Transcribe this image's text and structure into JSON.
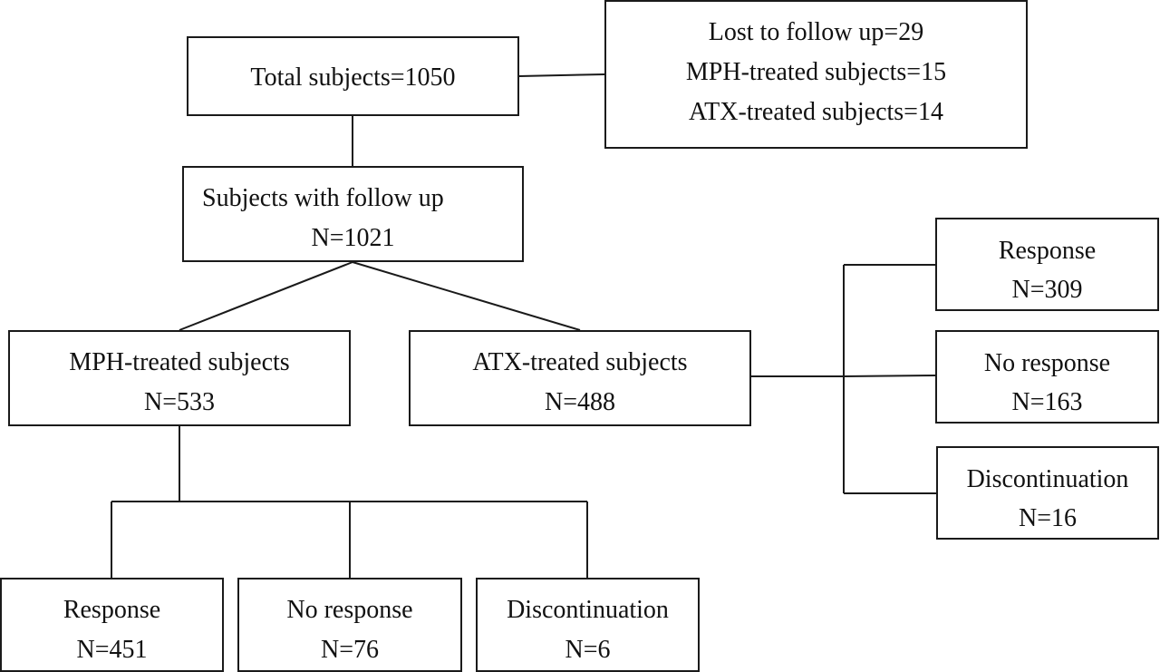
{
  "flowchart": {
    "total": {
      "label": "Total subjects=1050"
    },
    "lost": {
      "line1": "Lost to follow up=29",
      "line2": "MPH-treated subjects=15",
      "line3": "ATX-treated subjects=14"
    },
    "follow_up": {
      "title": "Subjects with follow up",
      "count": "N=1021"
    },
    "mph": {
      "title": "MPH-treated subjects",
      "count": "N=533",
      "outcomes": [
        {
          "label": "Response",
          "count": "N=451"
        },
        {
          "label": "No response",
          "count": "N=76"
        },
        {
          "label": "Discontinuation",
          "count": "N=6"
        }
      ]
    },
    "atx": {
      "title": "ATX-treated subjects",
      "count": "N=488",
      "outcomes": [
        {
          "label": "Response",
          "count": "N=309"
        },
        {
          "label": "No response",
          "count": "N=163"
        },
        {
          "label": "Discontinuation",
          "count": "N=16"
        }
      ]
    }
  },
  "colors": {
    "line": "#1a1a1a",
    "text": "#111111",
    "background": "#ffffff"
  }
}
